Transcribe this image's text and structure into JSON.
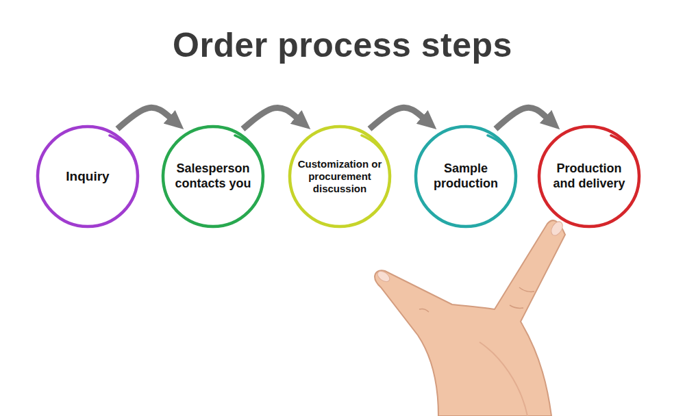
{
  "diagram": {
    "title": "Order process steps",
    "nodes": [
      {
        "text": [
          "Inquiry"
        ]
      },
      {
        "text": [
          "Salesperson contacts you"
        ]
      },
      {
        "text": [
          "Customization or procurement discussion"
        ]
      },
      {
        "text": [
          "Sample production"
        ]
      },
      {
        "text": [
          "Production and delivery"
        ]
      }
    ],
    "edges": [
      {
        "from": 0,
        "to": 1,
        "arrow": "to"
      },
      {
        "from": 1,
        "to": 2,
        "arrow": "to"
      },
      {
        "from": 2,
        "to": 3,
        "arrow": "to"
      },
      {
        "from": 3,
        "to": 4,
        "arrow": "to"
      }
    ]
  }
}
